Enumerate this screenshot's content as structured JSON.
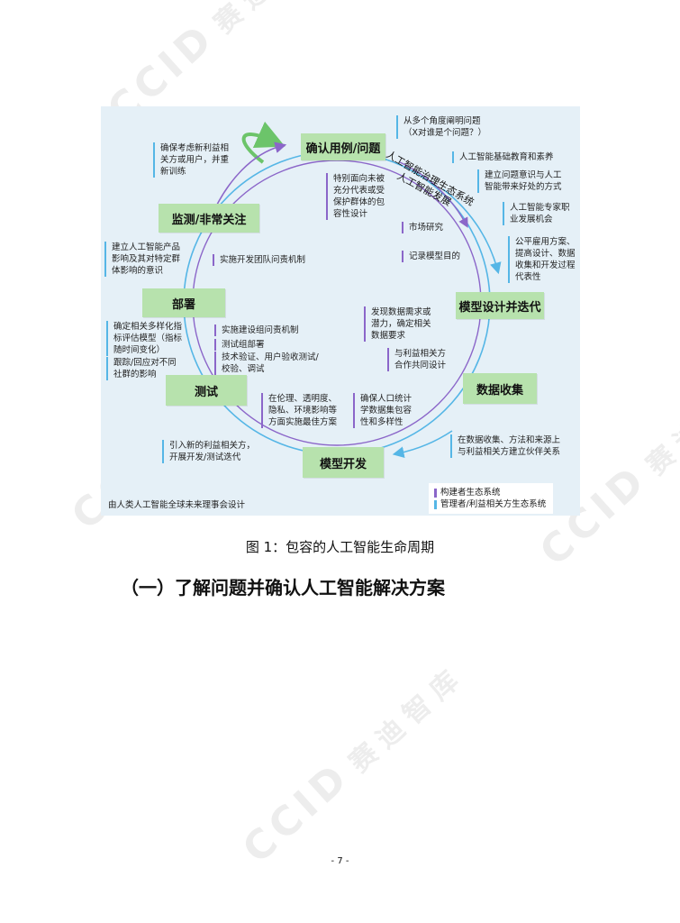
{
  "watermark": {
    "logo": "CCID",
    "text": "赛迪智库"
  },
  "figure": {
    "stages": {
      "confirm": "确认用例/问题",
      "design": "模型设计并迭代",
      "collect": "数据收集",
      "develop": "模型开发",
      "test": "测试",
      "deploy": "部署",
      "monitor": "监测/非常关注"
    },
    "arc_labels": {
      "governance": "人工智能治理生态系统",
      "development": "人工智能发展"
    },
    "notes": {
      "n1": [
        "从多个角度阐明问题",
        "（X对谁是个问题？）"
      ],
      "n2": [
        "人工智能基础教育和素养"
      ],
      "n3": [
        "建立问题意识与人工",
        "智能带来好处的方式"
      ],
      "n4": [
        "人工智能专家职",
        "业发展机会"
      ],
      "n5": [
        "公平雇用方案、",
        "提高设计、数据",
        "收集和开发过程",
        "代表性"
      ],
      "n6": [
        "特别面向未被",
        "充分代表或受",
        "保护群体的包",
        "容性设计"
      ],
      "n7": [
        "市场研究"
      ],
      "n8": [
        "记录模型目的"
      ],
      "n9": [
        "发现数据需求或",
        "潜力，确定相关",
        "数据要求"
      ],
      "n10": [
        "与利益相关方",
        "合作共同设计"
      ],
      "n11": [
        "在数据收集、方法和来源上",
        "与利益相关方建立伙伴关系"
      ],
      "n12": [
        "确保人口统计",
        "学数据集包容",
        "性和多样性"
      ],
      "n13": [
        "在伦理、透明度、",
        "隐私、环境影响等",
        "方面实施最佳方案"
      ],
      "n14": [
        "引入新的利益相关方，",
        "开展开发/测试迭代"
      ],
      "n15": [
        "确定相关多样化指",
        "标评估模型（指标",
        "随时间变化）"
      ],
      "n16": [
        "跟踪/回应对不同",
        "社群的影响"
      ],
      "n17": [
        "实施建设组问责机制"
      ],
      "n18": [
        "测试组部署"
      ],
      "n19": [
        "技术验证、用户验收测试/",
        "校验、调试"
      ],
      "n20": [
        "建立人工智能产品",
        "影响及其对特定群",
        "体影响的意识"
      ],
      "n21": [
        "实施开发团队问责机制"
      ],
      "n22": [
        "确保考虑新利益相",
        "关方或用户，并重",
        "新训练"
      ]
    },
    "credit": "由人类人工智能全球未来理事会设计",
    "legend": {
      "builder": "构建者生态系统",
      "manager": "管理者/利益相关方生态系统"
    },
    "colors": {
      "background": "#e5f0f7",
      "stage_fill": "#b7e2ad",
      "builder": "#8b66c9",
      "manager": "#55b6e6"
    }
  },
  "caption": "图 1：包容的人工智能生命周期",
  "section_heading": "（一）了解问题并确认人工智能解决方案",
  "page_number": "- 7 -"
}
